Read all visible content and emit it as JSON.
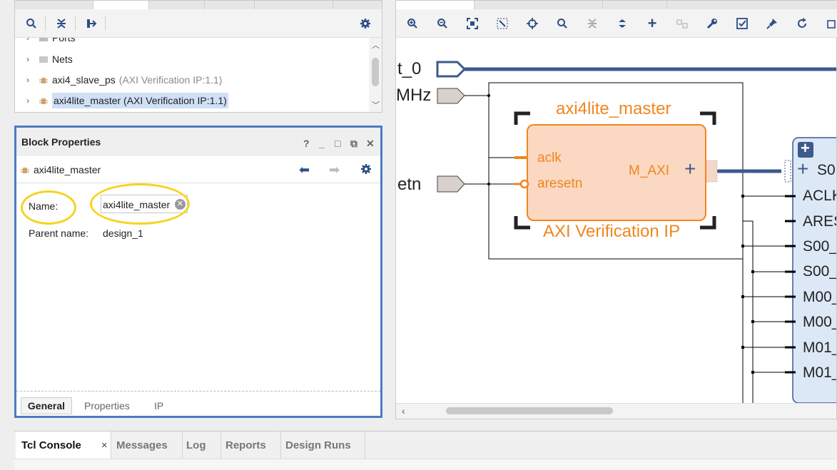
{
  "hierarchy": {
    "items": [
      {
        "label": "Ports",
        "detail": ""
      },
      {
        "label": "Nets",
        "detail": ""
      },
      {
        "label": "axi4_slave_ps",
        "detail": "(AXI Verification IP:1.1)"
      },
      {
        "label": "axi4lite_master (AXI Verification IP:1.1)",
        "detail": ""
      }
    ]
  },
  "block_properties": {
    "title": "Block Properties",
    "header_buttons": [
      "?",
      "_",
      "□",
      "⧉",
      "✕"
    ],
    "object_name": "axi4lite_master",
    "name_label": "Name:",
    "name_value": "axi4lite_master",
    "parent_label": "Parent name:",
    "parent_value": "design_1",
    "tabs": [
      "General",
      "Properties",
      "IP"
    ],
    "active_tab": "General"
  },
  "diagram": {
    "port_labels": [
      "t_0",
      "MHz",
      "etn"
    ],
    "block_title": "axi4lite_master",
    "block_subtitle": "AXI Verification IP",
    "pin_aclk": "aclk",
    "pin_aresetn": "aresetn",
    "pin_maxi": "M_AXI",
    "plus": "+",
    "ic_pins": [
      "S0",
      "ACLK",
      "ARES",
      "S00_",
      "S00_",
      "M00_",
      "M00_",
      "M01_",
      "M01_"
    ],
    "accent": "#f0861e",
    "block_fill": "#fbd8c2",
    "net_color": "#3d5a8c"
  },
  "console": {
    "tabs": [
      "Tcl Console",
      "Messages",
      "Log",
      "Reports",
      "Design Runs"
    ],
    "close_glyph": "×"
  }
}
